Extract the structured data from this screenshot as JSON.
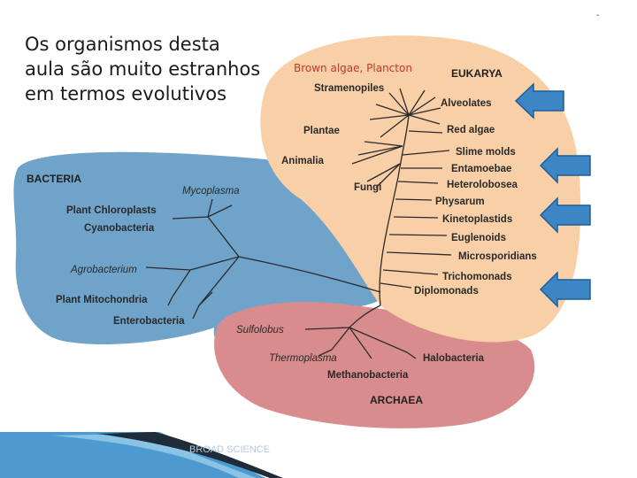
{
  "slide": {
    "title": "Os organismos desta\naula são muito estranhos\nem termos evolutivos",
    "annotation": "Brown algae, Plancton",
    "corner_mark": "-",
    "footer": "BROAD SCIENCE"
  },
  "diagram": {
    "domains": {
      "eukarya": "EUKARYA",
      "bacteria": "BACTERIA",
      "archaea": "ARCHAEA"
    },
    "eukarya_labels": {
      "stramenopiles": "Stramenopiles",
      "plantae": "Plantae",
      "animalia": "Animalia",
      "fungi": "Fungi",
      "alveolates": "Alveolates",
      "red_algae": "Red algae",
      "slime_molds": "Slime molds",
      "entamoebae": "Entamoebae",
      "heterolobosea": "Heterolobosea",
      "physarum": "Physarum",
      "kinetoplastids": "Kinetoplastids",
      "euglenoids": "Euglenoids",
      "microsporidians": "Microsporidians",
      "trichomonads": "Trichomonads",
      "diplomonads": "Diplomonads"
    },
    "bacteria_labels": {
      "mycoplasma": "Mycoplasma",
      "plant_chloroplasts": "Plant Chloroplasts",
      "cyanobacteria": "Cyanobacteria",
      "agrobacterium": "Agrobacterium",
      "plant_mitochondria": "Plant Mitochondria",
      "enterobacteria": "Enterobacteria"
    },
    "archaea_labels": {
      "sulfolobus": "Sulfolobus",
      "thermoplasma": "Thermoplasma",
      "methanobacteria": "Methanobacteria",
      "halobacteria": "Halobacteria"
    },
    "colors": {
      "eukarya_region": "#f8cfa6",
      "bacteria_region": "#6fa3c9",
      "archaea_region": "#d98c8e",
      "tree_lines": "#2b2b2b",
      "arrow_fill": "#3d86c6",
      "arrow_stroke": "#1f5d96"
    },
    "pointer_arrows": [
      "arrow-alveolates",
      "arrow-entamoebae",
      "arrow-kinetoplastids",
      "arrow-trichomonads"
    ]
  }
}
